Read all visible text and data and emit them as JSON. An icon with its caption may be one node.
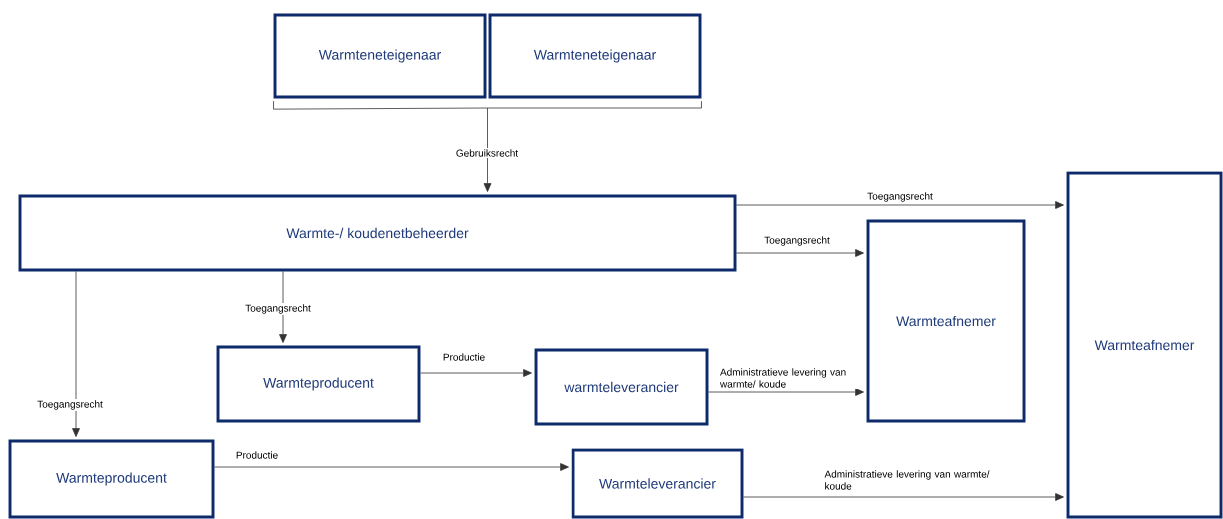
{
  "diagram": {
    "nodes": [
      {
        "text": [
          "Warmteneteigenaar"
        ]
      },
      {
        "text": [
          "Warmteneteigenaar"
        ]
      },
      {
        "text": [
          "Warmte-/ koudenetbeheerder"
        ]
      },
      {
        "text": [
          "Warmteafnemer"
        ]
      },
      {
        "text": [
          "Warmteafnemer"
        ]
      },
      {
        "text": [
          "Warmteproducent"
        ]
      },
      {
        "text": [
          "warmteleverancier"
        ]
      },
      {
        "text": [
          "Warmteproducent"
        ]
      },
      {
        "text": [
          "Warmteleverancier"
        ]
      }
    ],
    "edges": [
      {
        "from": 0,
        "to": 2,
        "arrow": "to",
        "label": "Gebruiksrecht"
      },
      {
        "from": 1,
        "to": 2,
        "arrow": "to"
      },
      {
        "from": 2,
        "to": 4,
        "arrow": "to",
        "label": "Toegangsrecht"
      },
      {
        "from": 2,
        "to": 3,
        "arrow": "to",
        "label": "Toegangsrecht"
      },
      {
        "from": 2,
        "to": 5,
        "arrow": "to",
        "label": "Toegangsrecht"
      },
      {
        "from": 2,
        "to": 7,
        "arrow": "to",
        "label": "Toegangsrecht"
      },
      {
        "from": 5,
        "to": 6,
        "arrow": "to",
        "label": "Productie"
      },
      {
        "from": 6,
        "to": 3,
        "arrow": "to",
        "label": "Administratieve levering van warmte/ koude"
      },
      {
        "from": 7,
        "to": 8,
        "arrow": "to",
        "label": "Productie"
      },
      {
        "from": 8,
        "to": 4,
        "arrow": "to",
        "label": "Administratieve levering van warmte/ koude"
      }
    ]
  }
}
